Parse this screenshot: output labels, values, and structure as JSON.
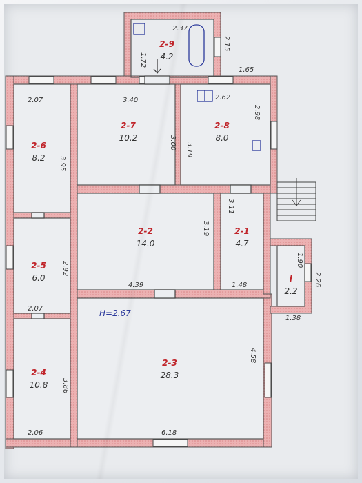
{
  "rooms": [
    {
      "id": "2-9",
      "area": "4.2"
    },
    {
      "id": "2-6",
      "area": "8.2"
    },
    {
      "id": "2-7",
      "area": "10.2"
    },
    {
      "id": "2-8",
      "area": "8.0"
    },
    {
      "id": "2-2",
      "area": "14.0"
    },
    {
      "id": "2-1",
      "area": "4.7"
    },
    {
      "id": "2-5",
      "area": "6.0"
    },
    {
      "id": "2-4",
      "area": "10.8"
    },
    {
      "id": "2-3",
      "area": "28.3"
    },
    {
      "id": "I",
      "area": "2.2"
    }
  ],
  "dimensions": {
    "d237": "2.37",
    "d172": "1.72",
    "d215": "2.15",
    "d165": "1.65",
    "d207top": "2.07",
    "d340": "3.40",
    "d262": "2.62",
    "d298": "2.98",
    "d395": "3.95",
    "d300": "3.00",
    "d319a": "3.19",
    "d311": "3.11",
    "d319b": "3.19",
    "d292": "2.92",
    "d439": "4.39",
    "d148": "1.48",
    "d190": "1.90",
    "d226": "2.26",
    "d138": "1.38",
    "d207mid": "2.07",
    "d458": "4.58",
    "d386": "3.86",
    "d206": "2.06",
    "d618": "6.18"
  },
  "height_label": "H=2.67",
  "colors": {
    "wall_fill": "#e9a7a8",
    "wall_line": "#555555",
    "room_id": "#c0242a",
    "fixture": "#2c3a9c"
  }
}
